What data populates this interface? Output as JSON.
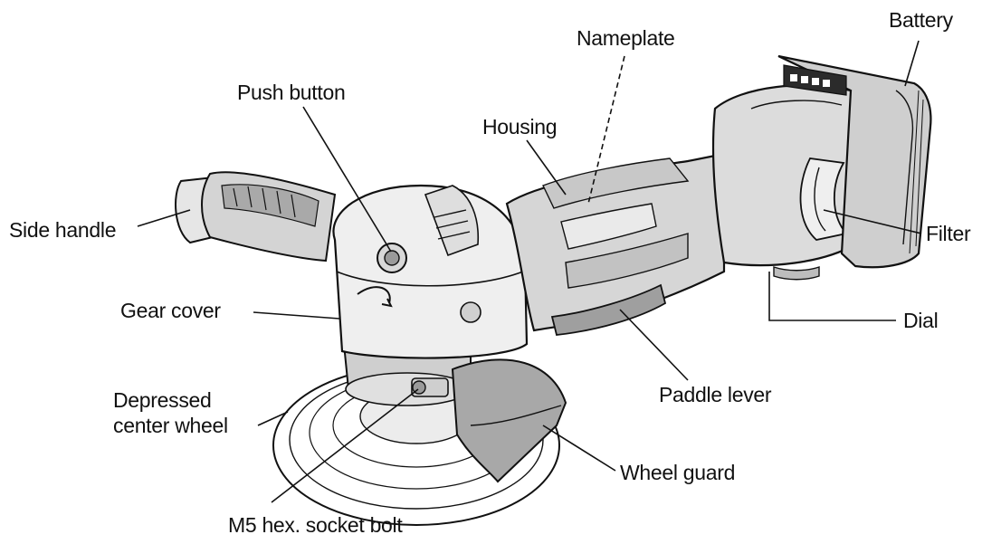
{
  "diagram": {
    "labels": {
      "battery": "Battery",
      "nameplate": "Nameplate",
      "push_button": "Push button",
      "housing": "Housing",
      "side_handle": "Side handle",
      "filter": "Filter",
      "gear_cover": "Gear cover",
      "dial": "Dial",
      "paddle_lever": "Paddle lever",
      "depressed_center_wheel_line1": "Depressed",
      "depressed_center_wheel_line2": "center wheel",
      "wheel_guard": "Wheel guard",
      "m5_bolt": "M5 hex. socket bolt"
    },
    "colors": {
      "outline": "#111111",
      "fill_light": "#f2f2f2",
      "fill_mid": "#d9d9d9",
      "fill_dark": "#bdbdbd"
    }
  }
}
